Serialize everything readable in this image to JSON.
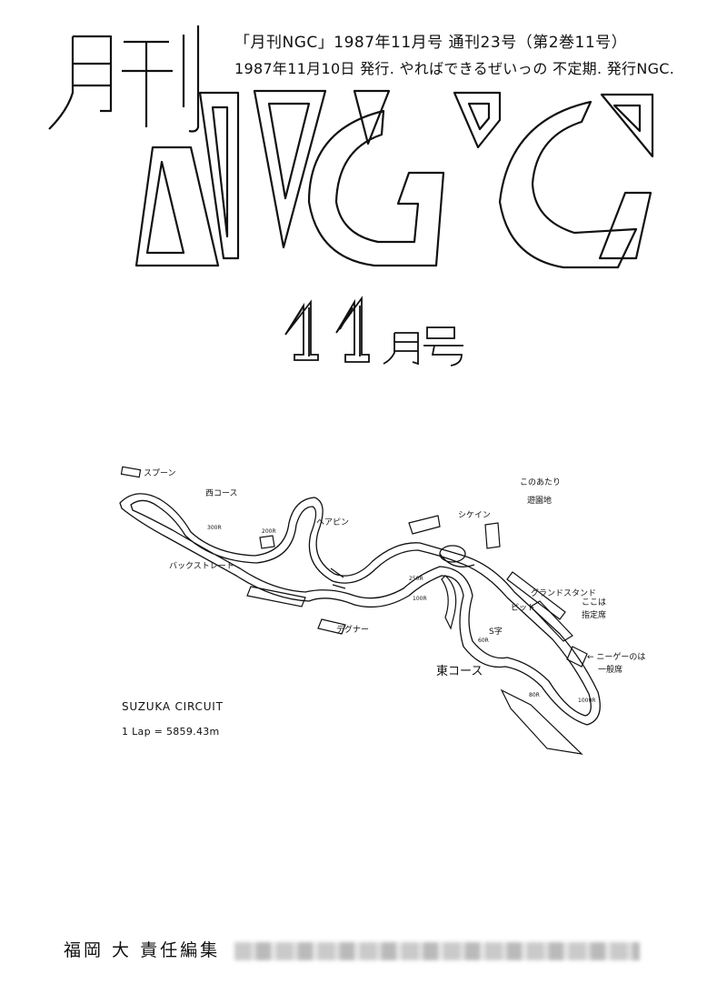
{
  "header": {
    "line1": "「月刊NGC」1987年11月号 通刊23号（第2巻11号）",
    "line2": "1987年11月10日 発行. やればできるぜいっの 不定期. 発行NGC."
  },
  "logo": {
    "monthly": "月刊",
    "title": "NGC"
  },
  "issue": {
    "number": "11",
    "suffix": "月号"
  },
  "circuit": {
    "name": "SUZUKA CIRCUIT",
    "lap": "1 Lap  = 5859.43m",
    "labels": {
      "spoon": "スプーン",
      "west_course": "西コース",
      "east_course": "東コース",
      "backstretch": "バックストレート",
      "hairpin": "ヘアピン",
      "degner": "デグナー",
      "chicane": "シケイン",
      "pit": "ピット",
      "grandstand": "グランドスタンド",
      "amusement_note": "このあたり",
      "amusement_park": "遊園地",
      "here_note": "ここは",
      "reserved": "指定席",
      "general_arrow": "← ニーゲーのは",
      "general": "一般席",
      "s_curve": "S字",
      "r250": "250R",
      "r100": "100R",
      "r300": "300R",
      "r200": "200R",
      "r60": "60R",
      "r80": "80R",
      "r1000": "1000R"
    }
  },
  "footer": {
    "editor": "福岡 大  責任編集"
  }
}
